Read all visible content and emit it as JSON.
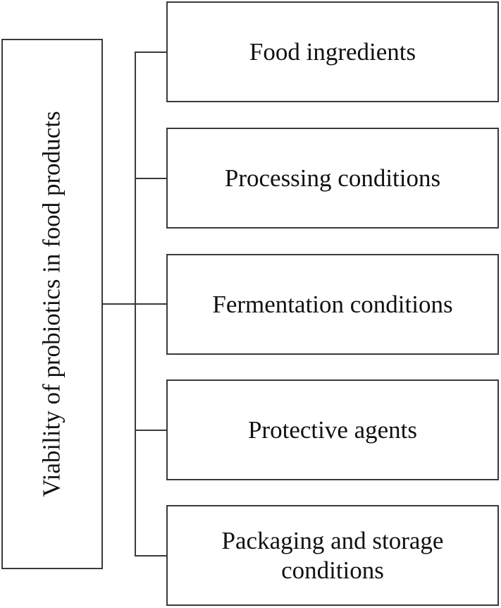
{
  "diagram": {
    "root": {
      "label": "Viability of probiotics in food products"
    },
    "children": [
      {
        "label": "Food ingredients"
      },
      {
        "label": "Processing conditions"
      },
      {
        "label": "Fermentation conditions"
      },
      {
        "label": "Protective agents"
      },
      {
        "label": "Packaging and storage conditions"
      }
    ]
  }
}
